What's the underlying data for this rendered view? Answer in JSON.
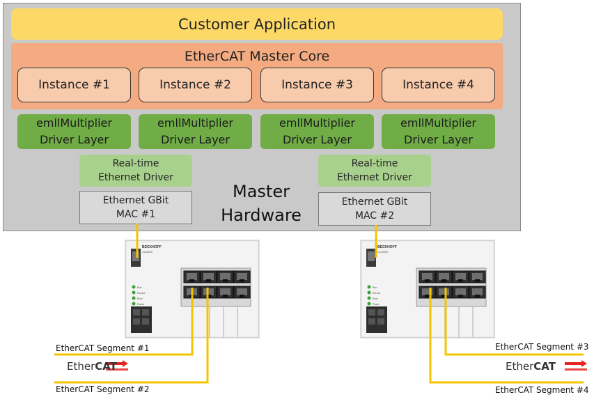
{
  "app": {
    "label": "Customer Application"
  },
  "core": {
    "title": "EtherCAT Master Core"
  },
  "instances": [
    "Instance #1",
    "Instance #2",
    "Instance #3",
    "Instance #4"
  ],
  "drivers": [
    {
      "line1": "emllMultiplier",
      "line2": "Driver Layer"
    },
    {
      "line1": "emllMultiplier",
      "line2": "Driver Layer"
    },
    {
      "line1": "emllMultiplier",
      "line2": "Driver Layer"
    },
    {
      "line1": "emllMultiplier",
      "line2": "Driver Layer"
    }
  ],
  "realtime": [
    {
      "line1": "Real-time",
      "line2": "Ethernet Driver"
    },
    {
      "line1": "Real-time",
      "line2": "Ethernet Driver"
    }
  ],
  "macs": [
    {
      "line1": "Ethernet GBit",
      "line2": "MAC #1"
    },
    {
      "line1": "Ethernet GBit",
      "line2": "MAC #2"
    }
  ],
  "hardware": {
    "line1": "Master",
    "line2": "Hardware"
  },
  "switches": [
    {
      "brand": "BECKHOFF",
      "model": "CU2508",
      "leds": [
        "Run",
        "Ext.Act",
        "Error",
        "Power"
      ]
    },
    {
      "brand": "BECKHOFF",
      "model": "CU2508",
      "leds": [
        "Run",
        "Ext.Act",
        "Error",
        "Power"
      ]
    }
  ],
  "segments": [
    "EtherCAT Segment #1",
    "EtherCAT Segment #2",
    "EtherCAT Segment #3",
    "EtherCAT Segment #4"
  ],
  "logos": [
    {
      "text_normal": "Ether",
      "text_bold": "CAT"
    },
    {
      "text_normal": "Ether",
      "text_bold": "CAT"
    }
  ],
  "colors": {
    "app": "#fcd867",
    "core": "#f4ab81",
    "instance": "#f8cbad",
    "driver": "#70ad47",
    "realtime": "#a9d18e",
    "mac": "#d9d9d9",
    "cable": "#f5c400",
    "logo_arrow": "#e52521"
  }
}
